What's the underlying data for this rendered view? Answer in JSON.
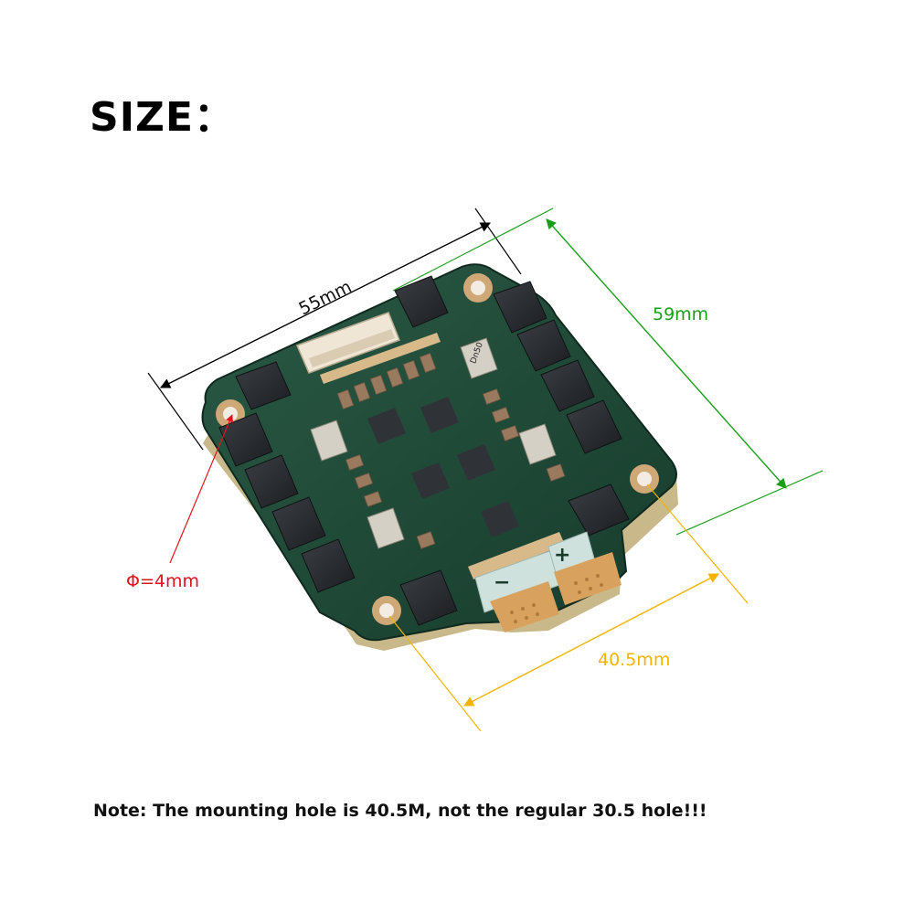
{
  "title": "SIZE：",
  "note": "Note: The mounting hole is 40.5M, not the regular 30.5 hole!!!",
  "dimensions": {
    "width_label": "55mm",
    "height_label": "59mm",
    "hole_spacing_label": "40.5mm",
    "hole_diameter_label": "Φ=4mm"
  },
  "pads": {
    "negative": "−",
    "positive": "+"
  },
  "chip_marking": "Dn50",
  "colors": {
    "width_line": "#000000",
    "height_line": "#1a9e1a",
    "hole_spacing_line": "#f2b400",
    "hole_diameter_line": "#e0141e",
    "pcb": "#1f4a38",
    "mosfet": "#2a2d31",
    "gold": "#d8a25e"
  }
}
